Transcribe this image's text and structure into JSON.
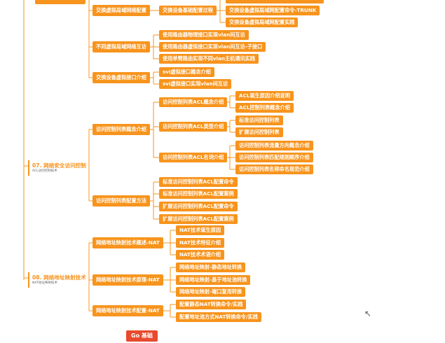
{
  "diagram": {
    "top_remnant": "",
    "sec06_level2": [
      "交换虚拟局域网络配置",
      "不同虚拟局域网络互访",
      "交换设备虚拟接口介绍"
    ],
    "sec06_level3_a": [
      "交换设备基础配置过程"
    ],
    "sec06_level4_a": [
      "交换设备虚拟局域网配置命令-TRUNK",
      "交换设备虚拟局域网配置实践"
    ],
    "sec06_level3_b": [
      "使用路由器物理接口实现vlan间互访",
      "使用路由器虚拟接口实现vlan间互访-子接口",
      "使用单臂路由实现不同vlan主机通讯实践"
    ],
    "sec06_level3_c": [
      "svi虚拟接口概念介绍",
      "svi虚拟接口实现vlan间互访"
    ],
    "sec07": {
      "title": "07. 网络安全访问控制",
      "subtitle": "ACL访问控制技术",
      "level2": [
        "访问控制列表概念介绍",
        "访问控制列表配置方法"
      ],
      "level3": [
        "访问控制列表ACL概念介绍",
        "访问控制列表ACL类型介绍",
        "访问控制列表ACL名词介绍"
      ],
      "level4_a": [
        "ACL诞生原因介绍说明",
        "ACL控制列表概念介绍"
      ],
      "level4_b": [
        "标准访问控制列表",
        "扩展访问控制列表"
      ],
      "level4_c": [
        "访问控制列表流量方向概念介绍",
        "访问控制列表匹配规则顺序介绍",
        "访问控制列表名称命名规范介绍"
      ],
      "level3_cfg": [
        "标准访问控制列表ACL配置命令",
        "标准访问控制列表ACL配置案例",
        "扩展访问控制列表ACL配置命令",
        "扩展访问控制列表ACL配置案例"
      ]
    },
    "sec08": {
      "title": "08. 网络地址映射技术",
      "subtitle": "NAT地址映射技术",
      "level2": [
        "网络地址映射技术概述-NAT",
        "网络地址映射技术原理-NAT",
        "网络地址映射技术配置-NAT"
      ],
      "level3_a": [
        "NAT技术诞生原因",
        "NAT技术特征介绍",
        "NAT技术术语介绍"
      ],
      "level3_b": [
        "网络地址映射-静态地址转换",
        "网络地址映射-基于地址池转换",
        "网络地址映射-端口复用转换"
      ],
      "level3_c": [
        "配置静态NAT转换命令/实践",
        "配置地址池方式NAT转换命令/实践"
      ]
    },
    "go_label": "Go 基础"
  },
  "colors": {
    "node": "#f7941d",
    "go": "#e84a2e",
    "line": "#f7941d"
  }
}
